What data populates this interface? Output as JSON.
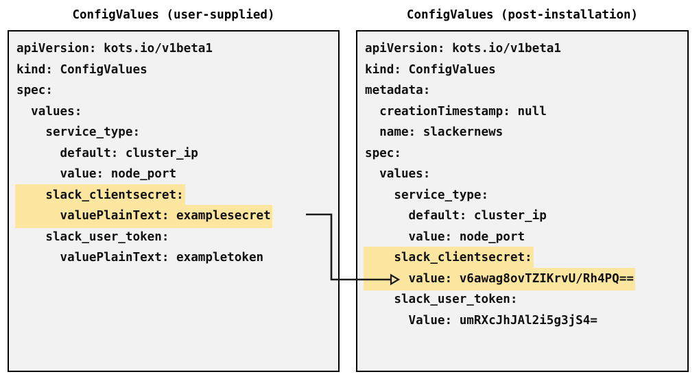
{
  "panels": [
    {
      "title": "ConfigValues (user-supplied)",
      "lines": [
        {
          "text": "apiVersion: kots.io/v1beta1",
          "highlight": false
        },
        {
          "text": "kind: ConfigValues",
          "highlight": false
        },
        {
          "text": "spec:",
          "highlight": false
        },
        {
          "text": "  values:",
          "highlight": false
        },
        {
          "text": "    service_type:",
          "highlight": false
        },
        {
          "text": "      default: cluster_ip",
          "highlight": false
        },
        {
          "text": "      value: node_port",
          "highlight": false
        },
        {
          "text": "    slack_clientsecret:",
          "highlight": true
        },
        {
          "text": "      valuePlainText: examplesecret",
          "highlight": true
        },
        {
          "text": "    slack_user_token:",
          "highlight": false
        },
        {
          "text": "      valuePlainText: exampletoken",
          "highlight": false
        }
      ]
    },
    {
      "title": "ConfigValues (post-installation)",
      "lines": [
        {
          "text": "apiVersion: kots.io/v1beta1",
          "highlight": false
        },
        {
          "text": "kind: ConfigValues",
          "highlight": false
        },
        {
          "text": "metadata:",
          "highlight": false
        },
        {
          "text": "  creationTimestamp: null",
          "highlight": false
        },
        {
          "text": "  name: slackernews",
          "highlight": false
        },
        {
          "text": "spec:",
          "highlight": false
        },
        {
          "text": "  values:",
          "highlight": false
        },
        {
          "text": "    service_type:",
          "highlight": false
        },
        {
          "text": "      default: cluster_ip",
          "highlight": false
        },
        {
          "text": "      value: node_port",
          "highlight": false
        },
        {
          "text": "    slack_clientsecret:",
          "highlight": true
        },
        {
          "text": "      value: v6awag8ovTZIKrvU/Rh4PQ==",
          "highlight": true
        },
        {
          "text": "    slack_user_token:",
          "highlight": false
        },
        {
          "text": "      Value: umRXcJhJAl2i5g3jS4=",
          "highlight": false
        }
      ]
    }
  ],
  "connector": {
    "label": "encrypted-value-mapping-arrow",
    "color": "#1a1a1a"
  },
  "colors": {
    "highlight": "#fde6a0",
    "panel_background": "#f2f2f2",
    "panel_border": "#000000",
    "page_background": "#ffffff",
    "text": "#111111"
  }
}
